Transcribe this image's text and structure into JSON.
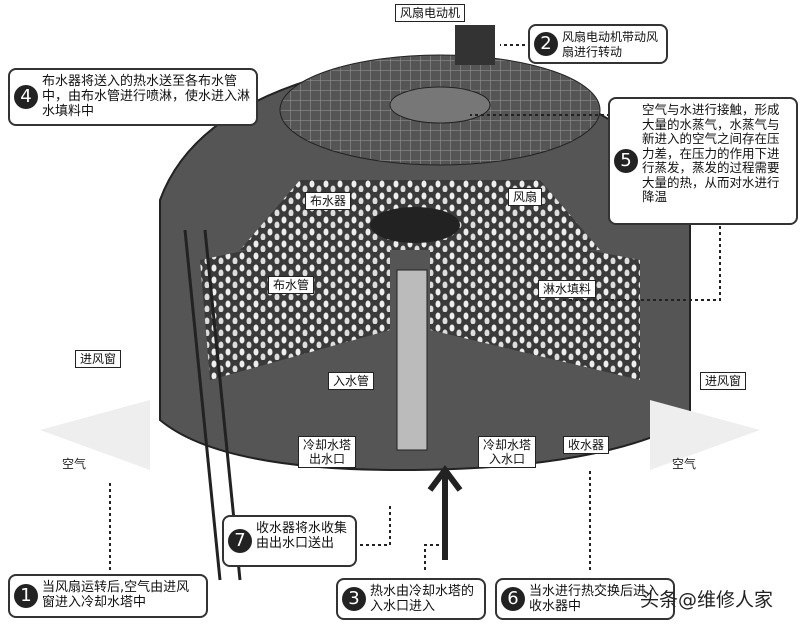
{
  "labels": {
    "fan_motor": "风扇电动机",
    "water_distributor": "布水器",
    "fan": "风扇",
    "distribution_pipe": "布水管",
    "fill": "淋水填料",
    "inlet_pipe": "入水管",
    "air_inlet_left": "进风窗",
    "air_inlet_right": "进风窗",
    "air_left": "空气",
    "air_right": "空气",
    "outlet": "冷却水塔\n出水口",
    "inlet": "冷却水塔\n入水口",
    "collector": "收水器"
  },
  "steps": [
    {
      "num": "1",
      "text": "当风扇运转后,空气由进风窗进入冷却水塔中"
    },
    {
      "num": "2",
      "text": "风扇电动机带动风扇进行转动"
    },
    {
      "num": "3",
      "text": "热水由冷却水塔的入水口进入"
    },
    {
      "num": "4",
      "text": "布水器将送入的热水送至各布水管中，由布水管进行喷淋，使水进入淋水填料中"
    },
    {
      "num": "5",
      "text": "空气与水进行接触，形成大量的水蒸气，水蒸气与新进入的空气之间存在压力差，在压力的作用下进行蒸发，蒸发的过程需要大量的热，从而对水进行降温"
    },
    {
      "num": "6",
      "text": "当水进行热交换后进入收水器中"
    },
    {
      "num": "7",
      "text": "收水器将水收集由出水口送出"
    }
  ],
  "watermark": "头条@维修人家"
}
